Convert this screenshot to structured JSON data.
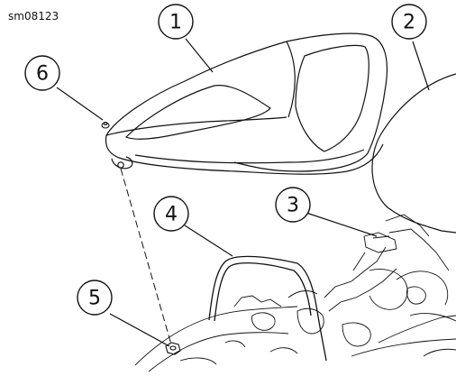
{
  "reference_code": "sm08123",
  "callouts": [
    {
      "id": "callout-1",
      "number": "1"
    },
    {
      "id": "callout-2",
      "number": "2"
    },
    {
      "id": "callout-3",
      "number": "3"
    },
    {
      "id": "callout-4",
      "number": "4"
    },
    {
      "id": "callout-5",
      "number": "5"
    },
    {
      "id": "callout-6",
      "number": "6"
    }
  ],
  "colors": {
    "line": "#111111",
    "background": "#ffffff"
  }
}
